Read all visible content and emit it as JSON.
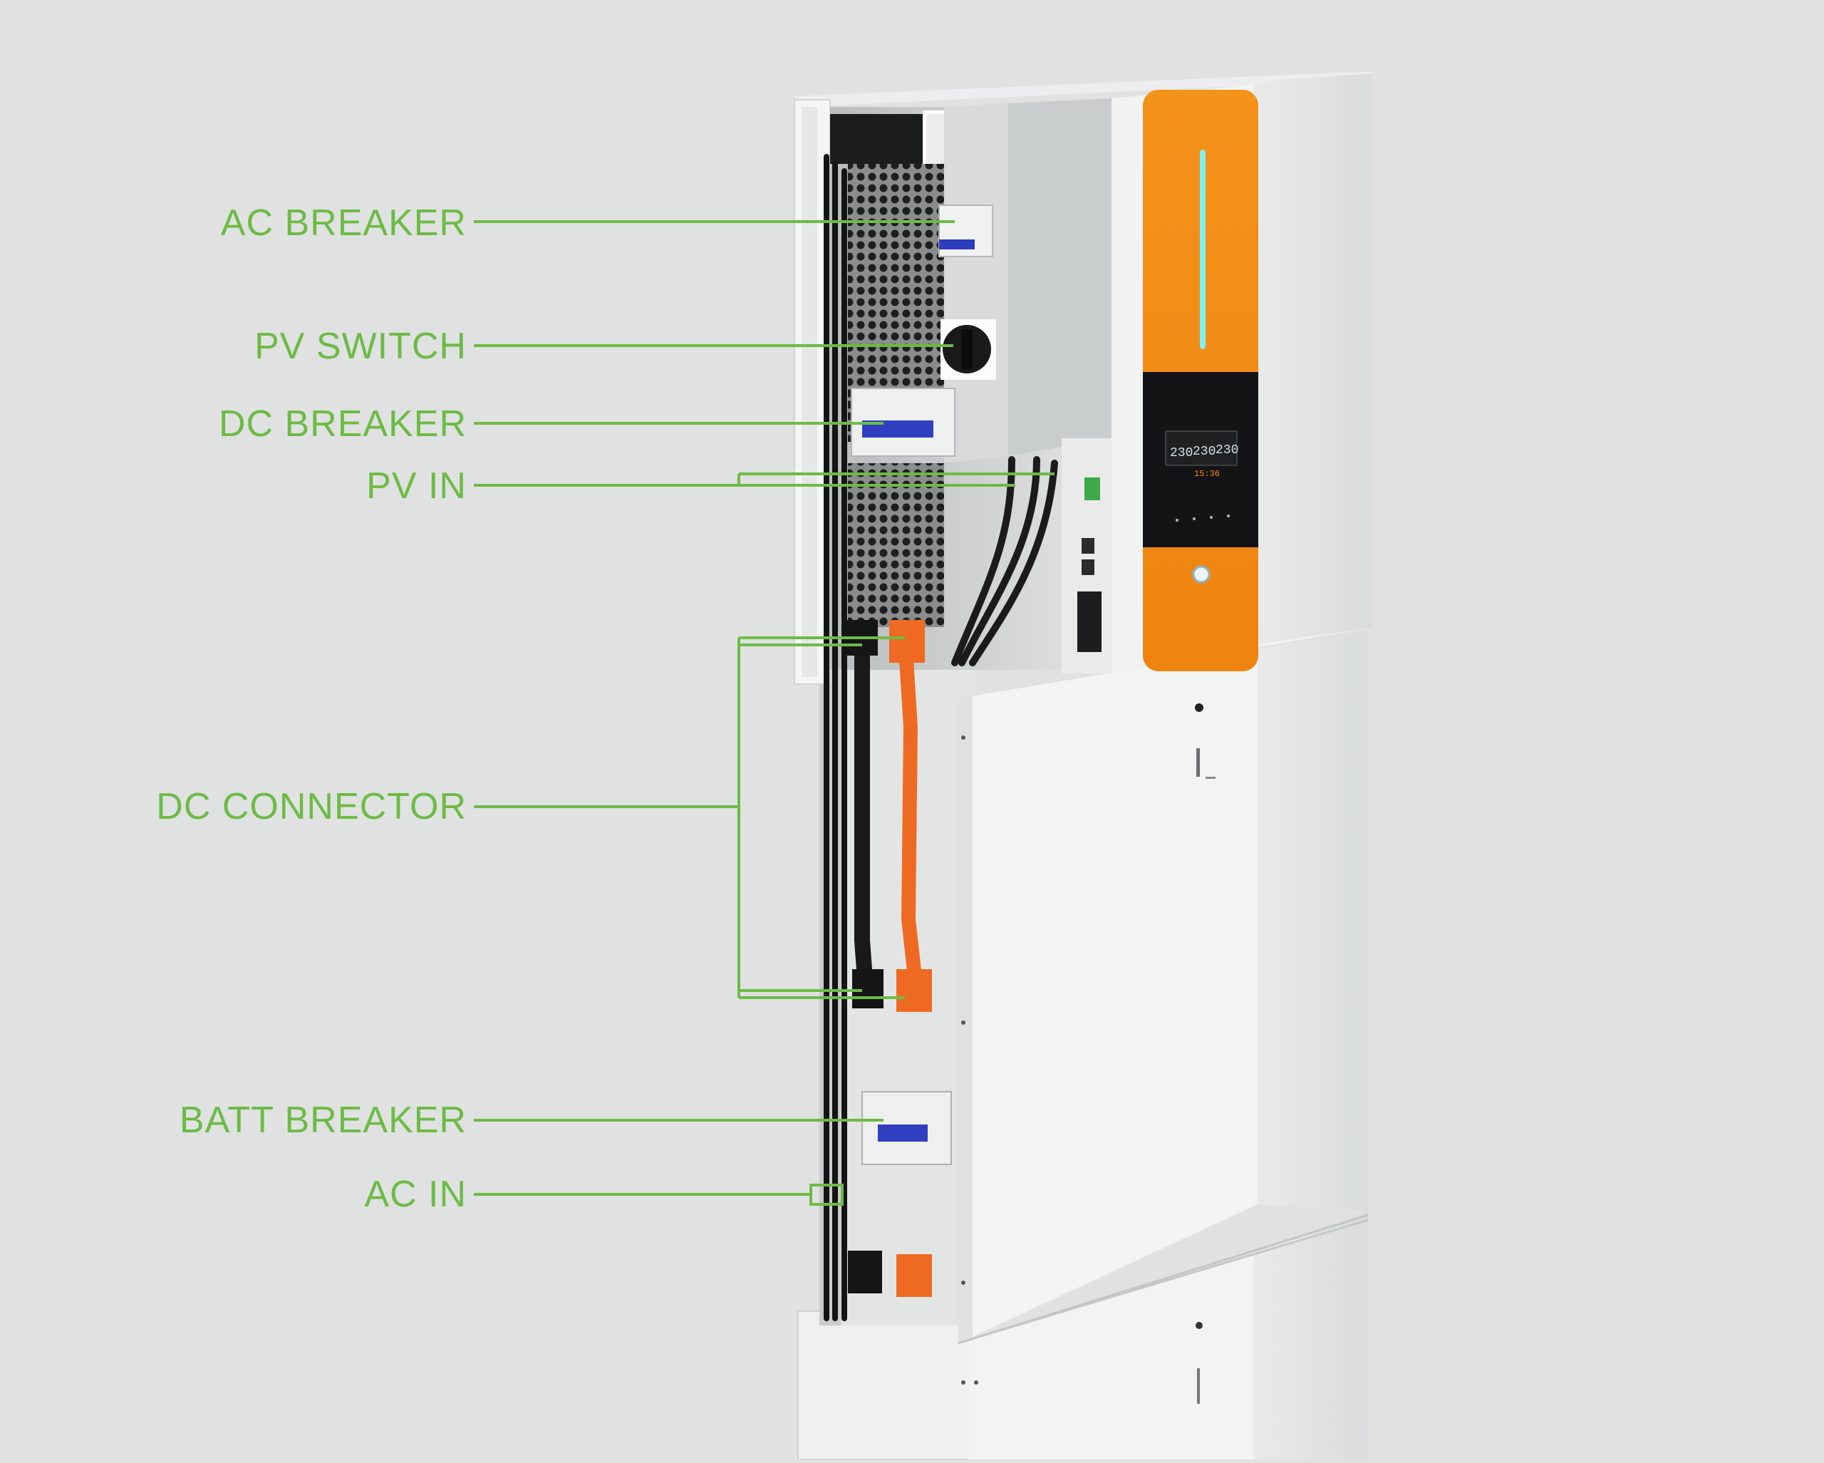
{
  "colors": {
    "background": "#dfe2e1",
    "label_green": "#6dbb45",
    "accent_orange": "#f08a14",
    "cable_orange": "#ee6a22",
    "display_black": "#141416",
    "led_cyan": "#7ff0ee",
    "housing_white": "#f3f4f4",
    "breaker_blue": "#2f3fbf"
  },
  "callouts": [
    {
      "id": "ac-breaker",
      "label": "AC BREAKER"
    },
    {
      "id": "pv-switch",
      "label": "PV SWITCH"
    },
    {
      "id": "dc-breaker",
      "label": "DC BREAKER"
    },
    {
      "id": "pv-in",
      "label": "PV IN"
    },
    {
      "id": "dc-connector",
      "label": "DC CONNECTOR"
    },
    {
      "id": "batt-breaker",
      "label": "BATT BREAKER"
    },
    {
      "id": "ac-in",
      "label": "AC IN"
    }
  ],
  "display": {
    "readouts": [
      "230",
      "230",
      "230"
    ],
    "clock": "15:36"
  }
}
